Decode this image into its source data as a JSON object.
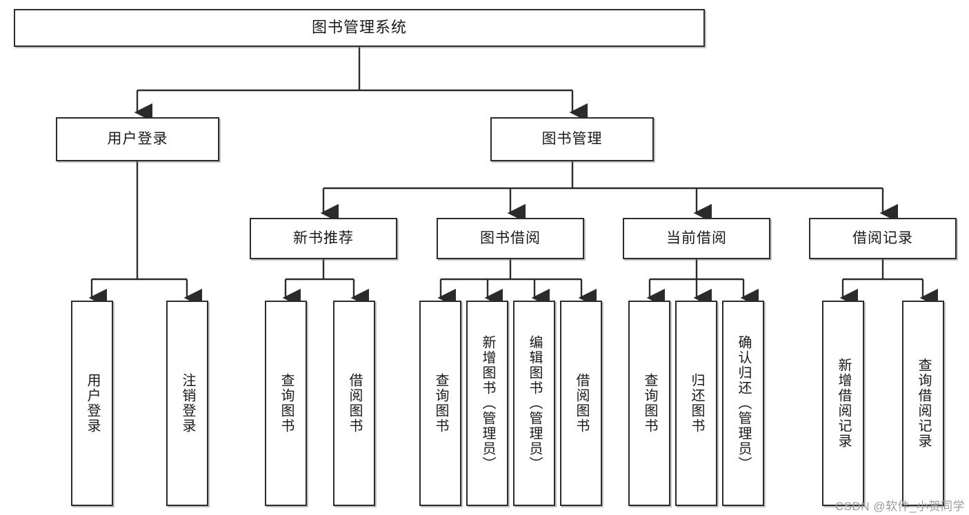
{
  "diagram": {
    "type": "tree-hierarchy",
    "title": "图书管理系统",
    "root": {
      "id": "root",
      "label": "图书管理系统"
    },
    "level2": [
      {
        "id": "user-login",
        "label": "用户登录"
      },
      {
        "id": "book-manage",
        "label": "图书管理"
      }
    ],
    "level3": [
      {
        "id": "new-book-rec",
        "label": "新书推荐",
        "parent": "book-manage"
      },
      {
        "id": "book-borrow",
        "label": "图书借阅",
        "parent": "book-manage"
      },
      {
        "id": "current-borrow",
        "label": "当前借阅",
        "parent": "book-manage"
      },
      {
        "id": "borrow-record",
        "label": "借阅记录",
        "parent": "book-manage"
      }
    ],
    "leaves": [
      {
        "id": "leaf-user-login",
        "label": "用户登录",
        "parent": "user-login"
      },
      {
        "id": "leaf-user-logout",
        "label": "注销登录",
        "parent": "user-login"
      },
      {
        "id": "leaf-rec-query",
        "label": "查询图书",
        "parent": "new-book-rec"
      },
      {
        "id": "leaf-rec-borrow",
        "label": "借阅图书",
        "parent": "new-book-rec"
      },
      {
        "id": "leaf-borrow-query",
        "label": "查询图书",
        "parent": "book-borrow"
      },
      {
        "id": "leaf-borrow-add",
        "label": "新增图书（管理员）",
        "parent": "book-borrow"
      },
      {
        "id": "leaf-borrow-edit",
        "label": "编辑图书（管理员）",
        "parent": "book-borrow"
      },
      {
        "id": "leaf-borrow-lend",
        "label": "借阅图书",
        "parent": "book-borrow"
      },
      {
        "id": "leaf-cur-query",
        "label": "查询图书",
        "parent": "current-borrow"
      },
      {
        "id": "leaf-cur-return",
        "label": "归还图书",
        "parent": "current-borrow"
      },
      {
        "id": "leaf-cur-confirm",
        "label": "确认归还（管理员）",
        "parent": "current-borrow"
      },
      {
        "id": "leaf-rec-add",
        "label": "新增借阅记录",
        "parent": "borrow-record"
      },
      {
        "id": "leaf-rec-search",
        "label": "查询借阅记录",
        "parent": "borrow-record"
      }
    ]
  },
  "watermark": {
    "text": "CSDN @软件_小贺同学"
  },
  "colors": {
    "border": "#2b2b2b",
    "background": "#ffffff",
    "text": "#1a1a1a",
    "watermark": "#9a9a9a"
  }
}
